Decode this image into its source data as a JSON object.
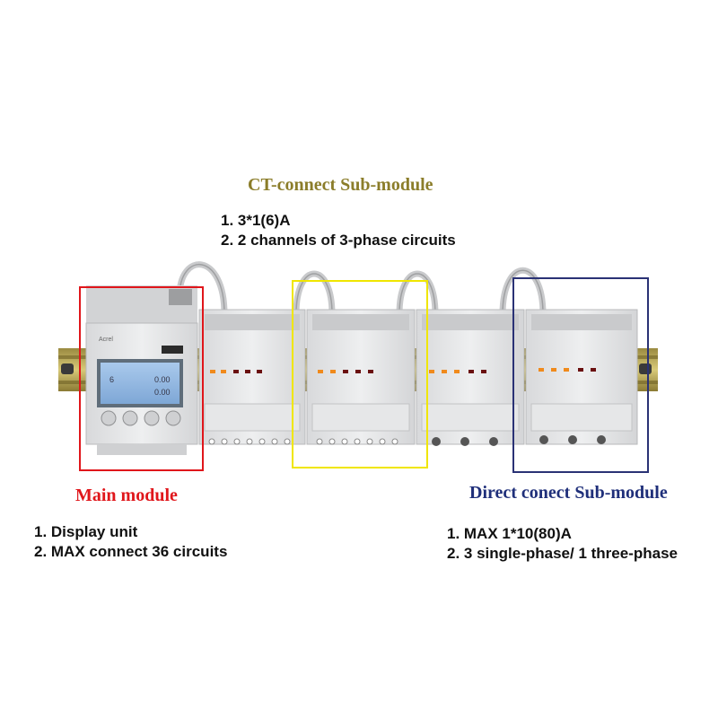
{
  "colors": {
    "ct_title": "#8b7d2a",
    "main_title": "#e0161b",
    "direct_title": "#1f2f7a",
    "main_box": "#e0161b",
    "ct_box": "#f0e600",
    "direct_box": "#2a3275"
  },
  "ct_module": {
    "title": "CT-connect Sub-module",
    "specs": [
      "1. 3*1(6)A",
      "2. 2 channels of 3-phase circuits"
    ]
  },
  "main_module": {
    "title": "Main module",
    "specs": [
      "1.  Display unit",
      "2. MAX connect 36 circuits"
    ]
  },
  "direct_module": {
    "title": "Direct conect Sub-module",
    "specs": [
      "1. MAX 1*10(80)A",
      "2. 3 single-phase/ 1 three-phase"
    ]
  },
  "device": {
    "brand": "Acrel",
    "lcd_line1_left": "6",
    "lcd_line1_right": "0.00",
    "lcd_line2_right": "0.00"
  }
}
